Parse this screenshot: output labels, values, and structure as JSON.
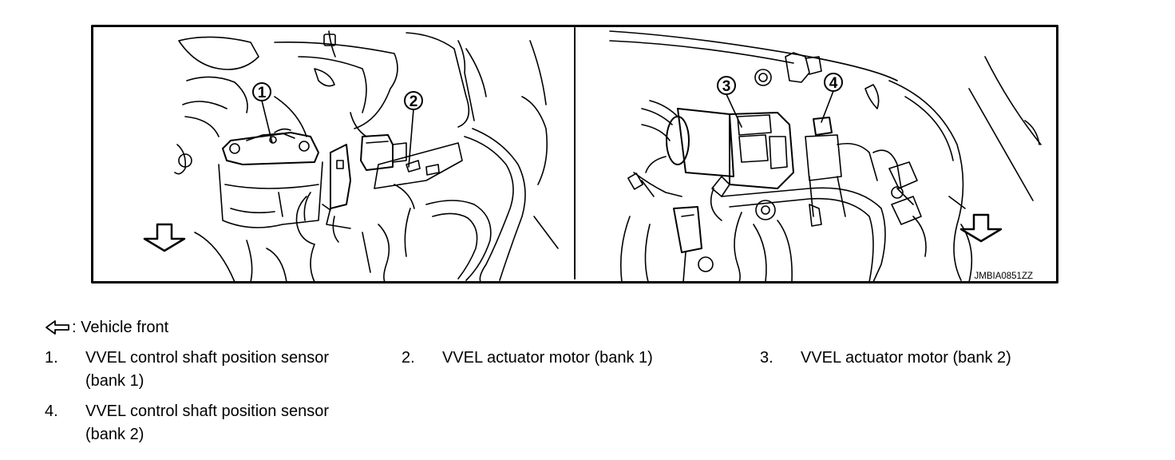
{
  "figure": {
    "callouts": [
      "1",
      "2",
      "3",
      "4"
    ],
    "image_code": "JMBIA0851ZZ",
    "icons": [
      "vehicle-front-arrow-icon"
    ]
  },
  "legend": {
    "symbol_icon": "hollow-left-arrow-icon",
    "text": ": Vehicle front"
  },
  "items": [
    {
      "num": "1.",
      "line1": "VVEL control shaft position sensor",
      "line2": "(bank 1)"
    },
    {
      "num": "2.",
      "line1": "VVEL actuator motor (bank 1)",
      "line2": ""
    },
    {
      "num": "3.",
      "line1": "VVEL actuator motor (bank 2)",
      "line2": ""
    },
    {
      "num": "4.",
      "line1": "VVEL control shaft position sensor",
      "line2": "(bank 2)"
    }
  ]
}
